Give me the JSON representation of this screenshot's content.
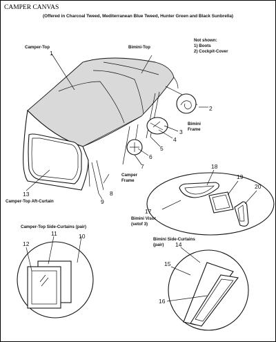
{
  "title": "CAMPER CANVAS",
  "subtitle": "(Offered in Charcoal Tweed, Mediterranean Blue Tweed, Hunter Green and Black Sunbrella)",
  "not_shown": {
    "heading": "Not shown:",
    "item1": "1) Boots",
    "item2": "2) Cockpit-Cover"
  },
  "labels": {
    "camper_top": "Camper-Top",
    "bimini_top": "Bimini-Top",
    "bimini_frame_1": "Bimini",
    "bimini_frame_2": "Frame",
    "camper_frame_1": "Camper",
    "camper_frame_2": "Frame",
    "aft_curtain": "Camper-Top Aft-Curtain",
    "bimini_visor_1": "Bimini Visor",
    "bimini_visor_2": "(setof 3)",
    "side_curtains": "Camper-Top Side-Curtains (pair)",
    "bimini_side_1": "Bimini Side-Curtains",
    "bimini_side_2": "(pair)"
  },
  "callouts": {
    "n1": "1",
    "n2": "2",
    "n3": "3",
    "n4": "4",
    "n5": "5",
    "n6": "6",
    "n7": "7",
    "n8": "8",
    "n9": "9",
    "n10": "10",
    "n11": "11",
    "n12": "12",
    "n13": "13",
    "n14": "14",
    "n15": "15",
    "n16": "16",
    "n17": "17",
    "n18": "18",
    "n19": "19",
    "n20": "20"
  }
}
